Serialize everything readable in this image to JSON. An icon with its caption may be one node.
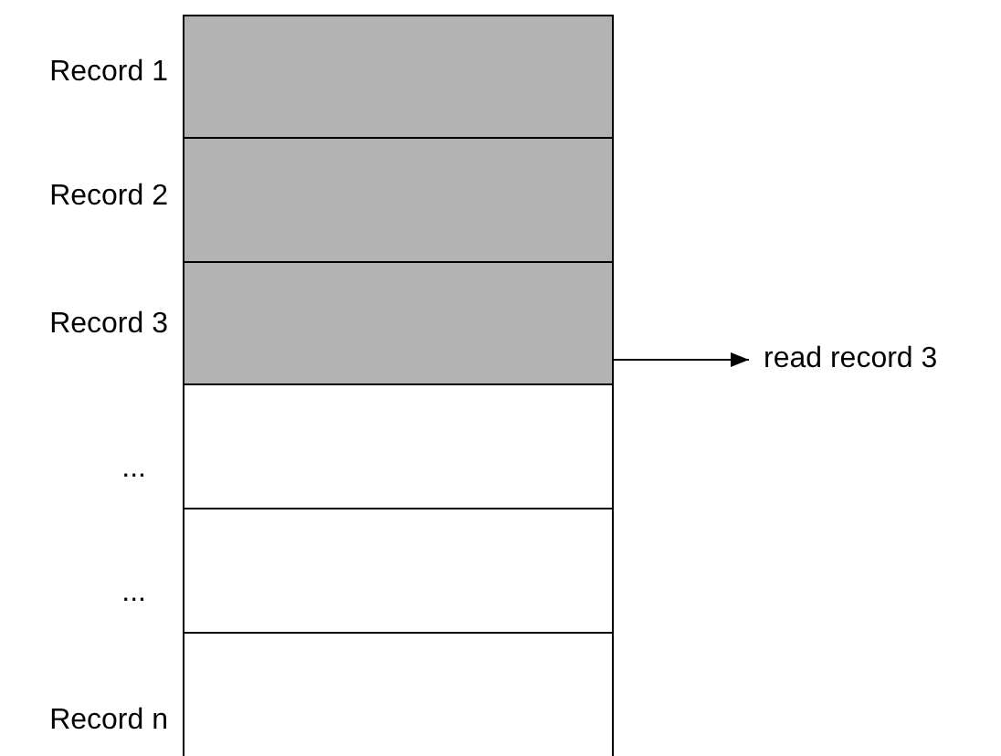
{
  "diagram": {
    "nodes": [
      {
        "text": [],
        "shape": "box",
        "beside": [
          "Record 1"
        ]
      },
      {
        "text": [],
        "shape": "box",
        "beside": [
          "Record 2"
        ]
      },
      {
        "text": [],
        "shape": "box",
        "beside": [
          "Record 3"
        ]
      },
      {
        "text": [],
        "shape": "box",
        "beside": [
          "..."
        ]
      },
      {
        "text": [],
        "shape": "box",
        "beside": [
          "..."
        ]
      },
      {
        "text": [],
        "shape": "box",
        "beside": [
          "Record n"
        ]
      },
      {
        "text": [
          "read record 3"
        ]
      }
    ],
    "edges": [
      {
        "from": 2,
        "to": 6,
        "arrow": "to"
      }
    ]
  }
}
